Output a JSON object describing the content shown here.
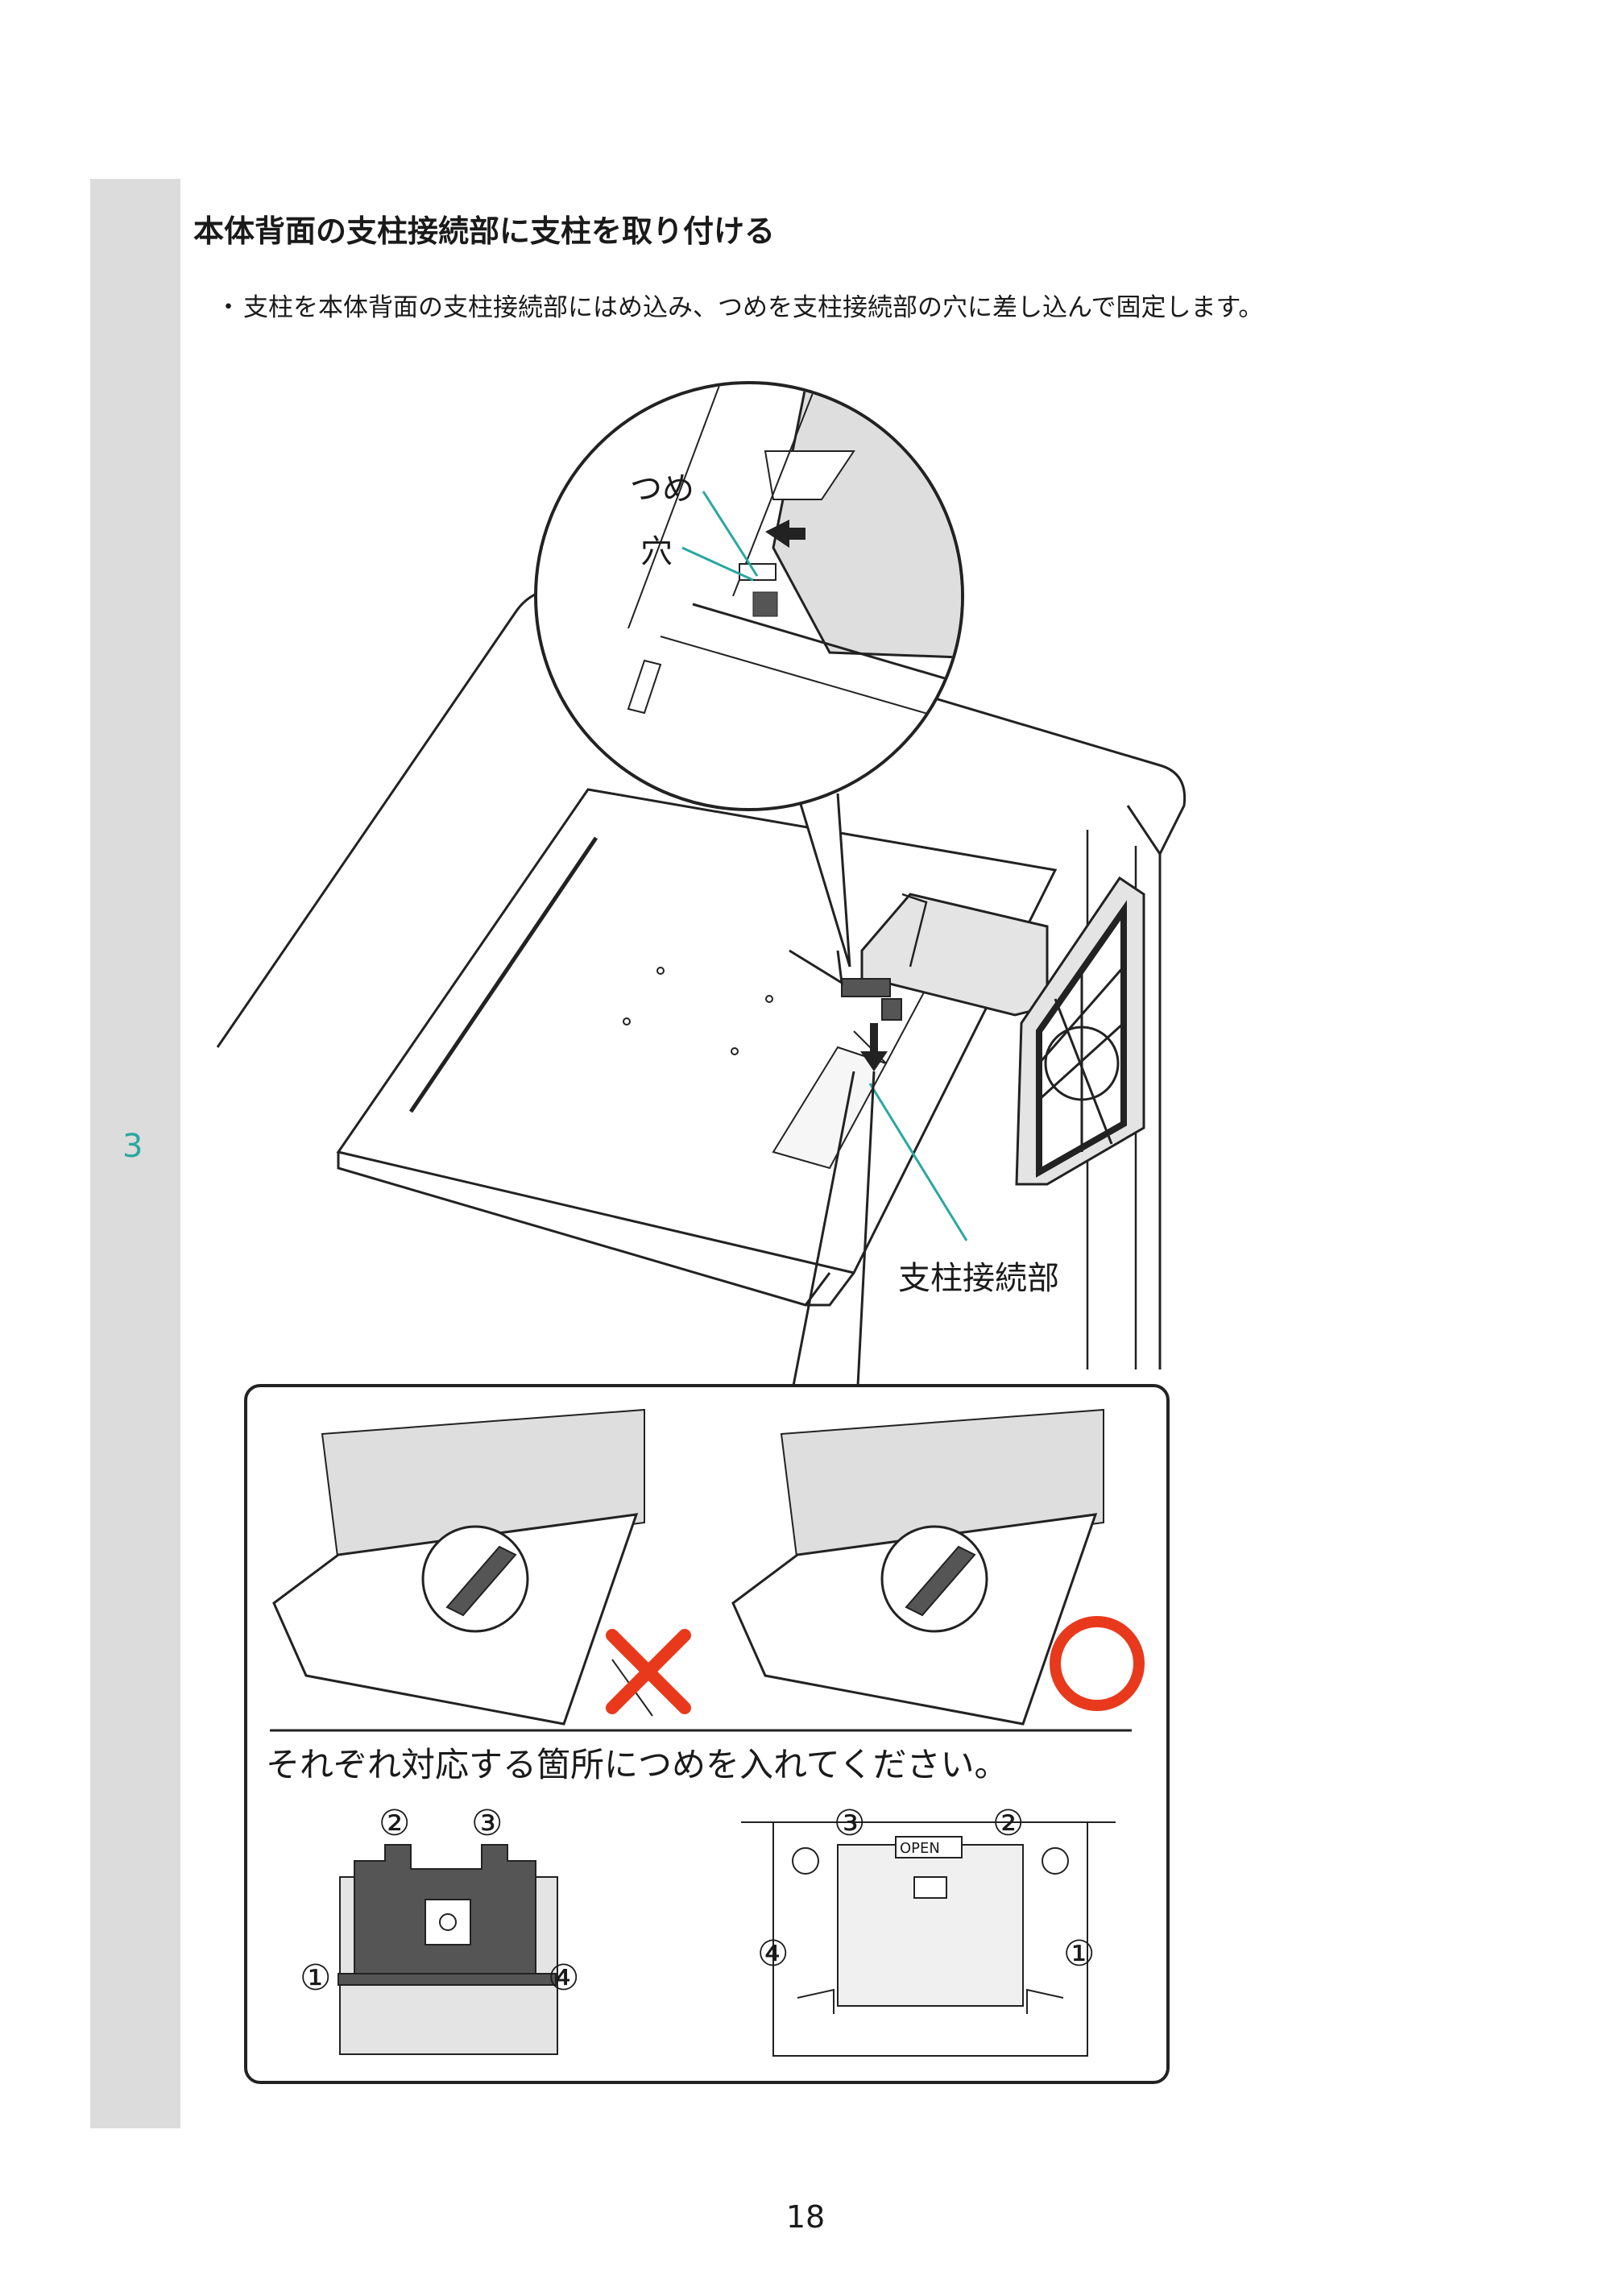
{
  "page": {
    "step_number": "3",
    "heading": "本体背面の支柱接続部に支柱を取り付ける",
    "bullet_marker": "・",
    "bullet_text": "支柱を本体背面の支柱接続部にはめ込み、つめを支柱接続部の穴に差し込んで固定します。",
    "page_number": "18"
  },
  "figure": {
    "callout_claw": "つめ",
    "callout_hole": "穴",
    "callout_connector": "支柱接続部",
    "instruction": "それぞれ対応する箇所につめを入れてください。",
    "open_label": "OPEN",
    "mark_left": "①",
    "mark_2": "②",
    "mark_3": "③",
    "mark_4": "④",
    "wrong_color": "#e8391d",
    "correct_color": "#e8391d",
    "accent_color": "#2aa7a0"
  }
}
